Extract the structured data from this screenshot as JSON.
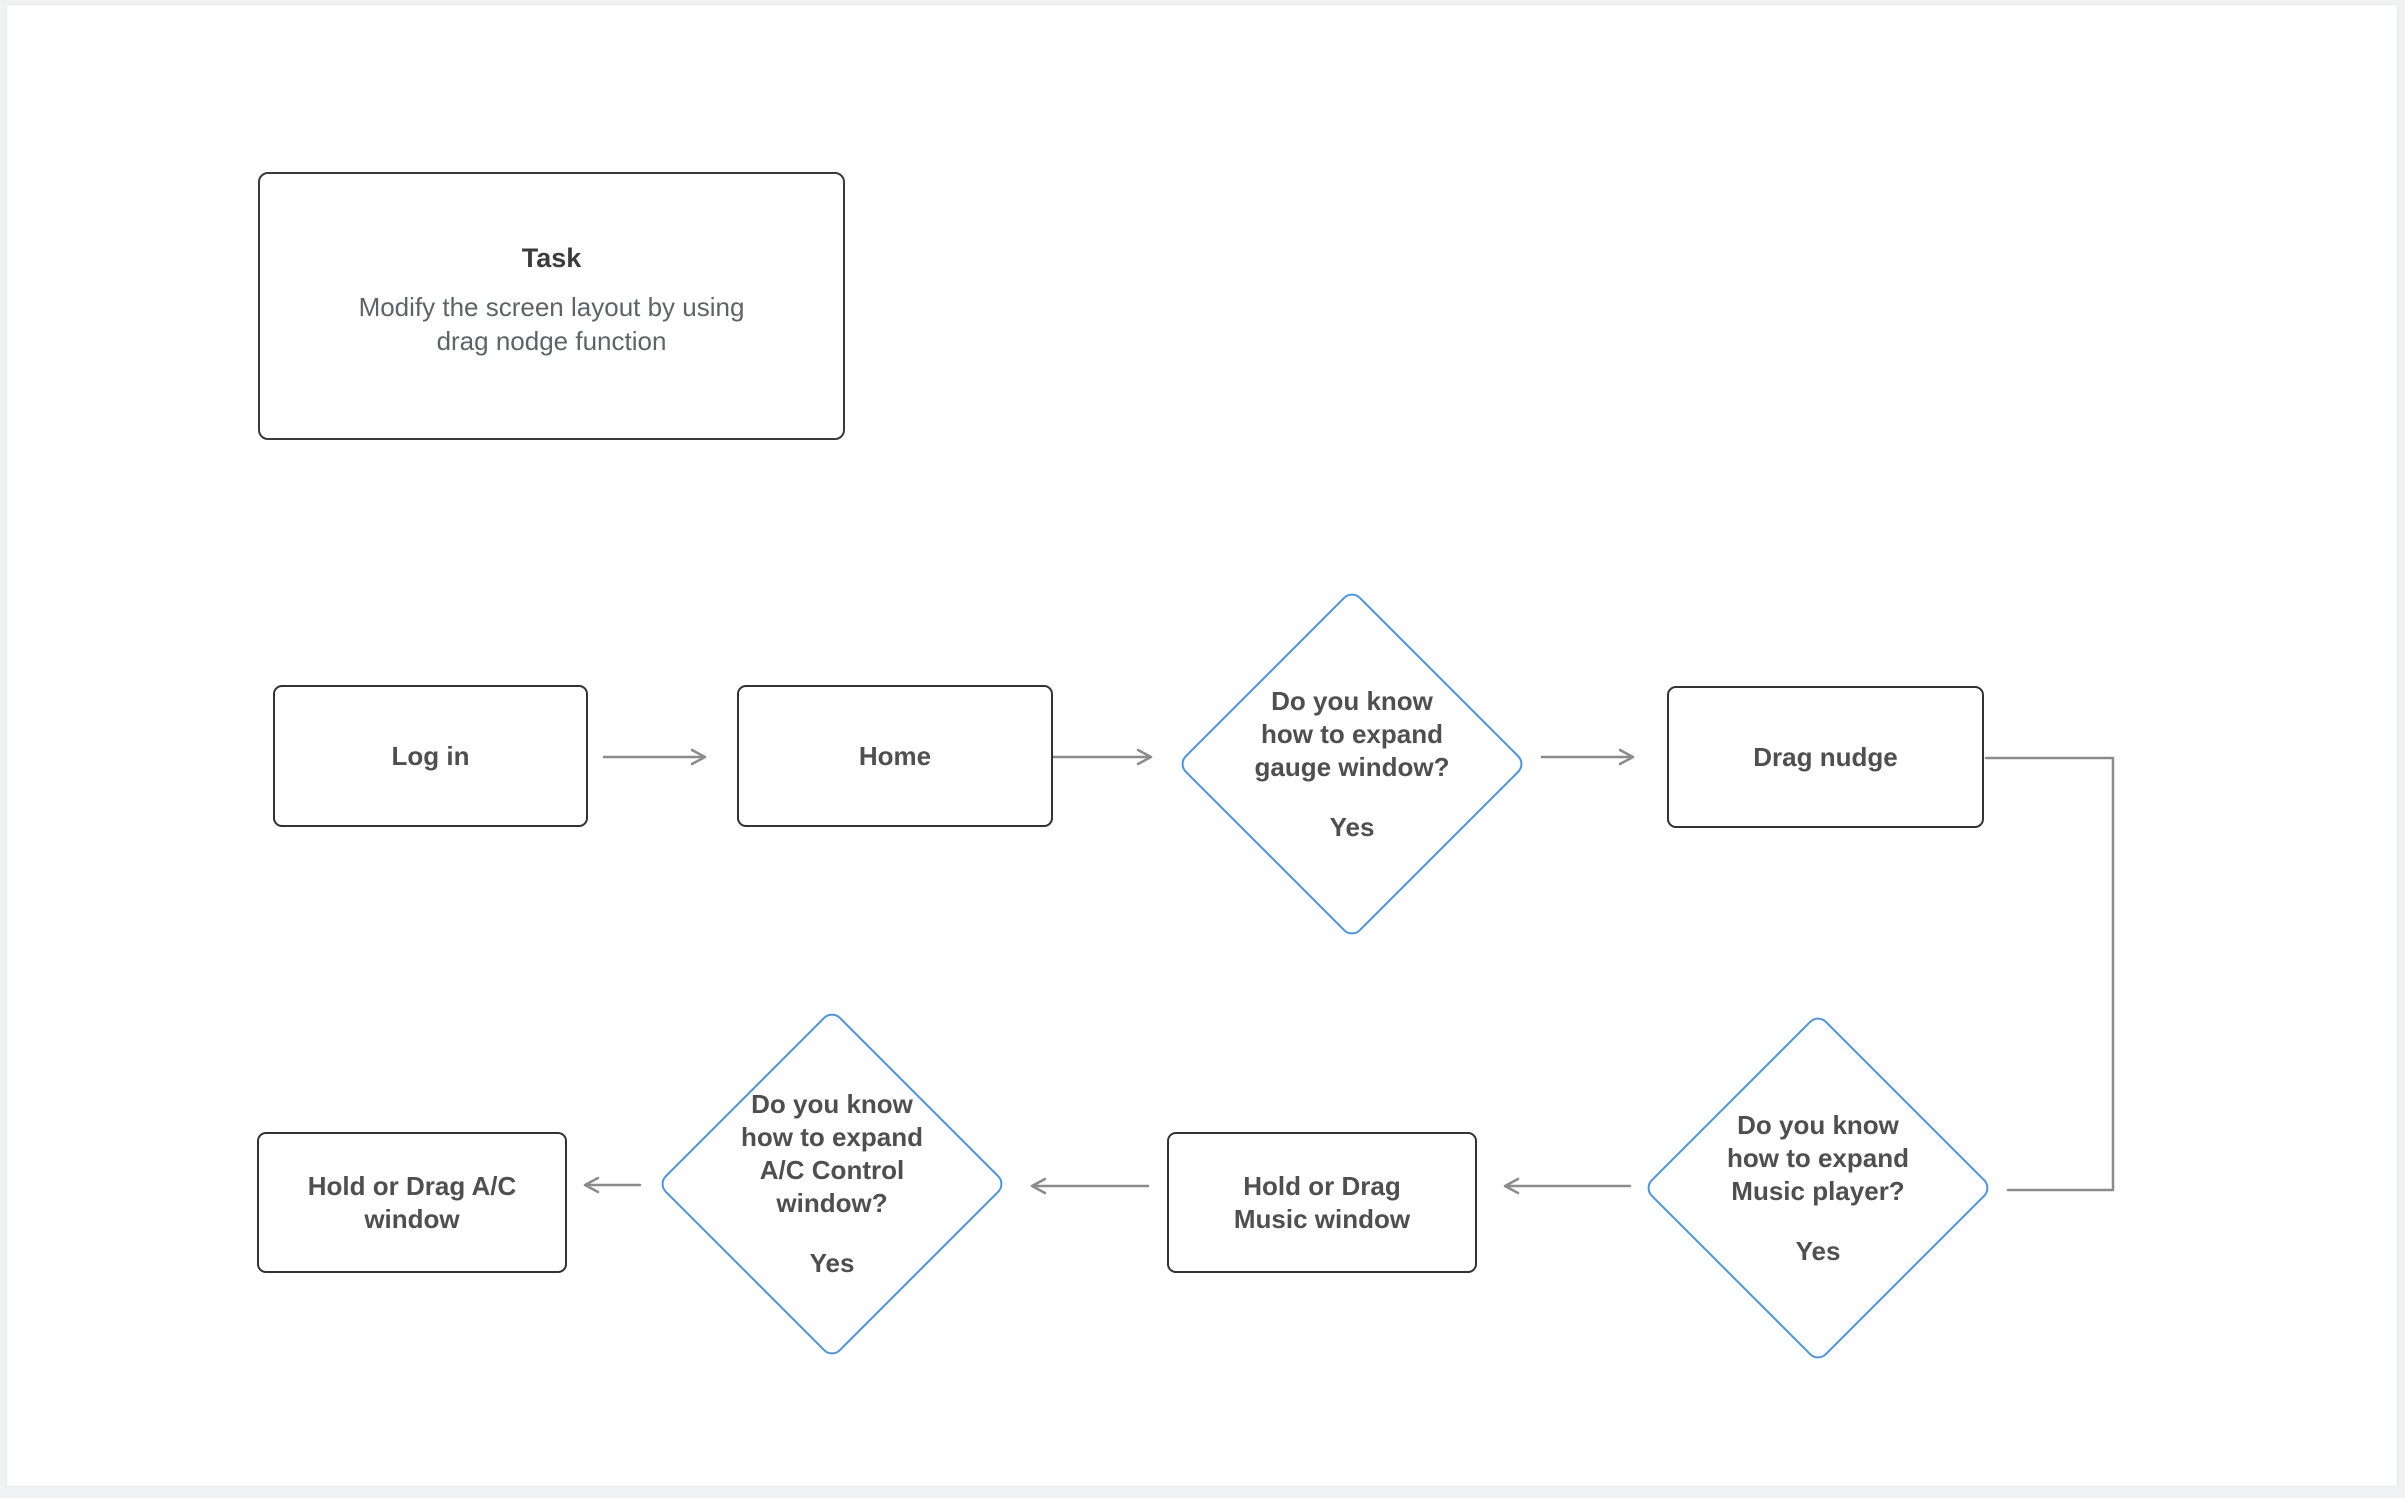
{
  "page": {
    "background": "#f0f1f2",
    "surface": "#ffffff"
  },
  "palette": {
    "rect_border": "#323232",
    "diamond_border": "#4a94e8",
    "label_text": "#4f4f4f",
    "task_body_text": "#5f6368",
    "arrow": "#8b8b8b"
  },
  "task_note": {
    "title": "Task",
    "body": [
      "Modify the screen layout by using",
      "drag nodge function"
    ]
  },
  "nodes": {
    "login": {
      "label": "Log in"
    },
    "home": {
      "label": "Home"
    },
    "gauge_decision": {
      "question": [
        "Do you know",
        "how to expand",
        "gauge window?"
      ],
      "answer": "Yes"
    },
    "drag_nudge": {
      "label": "Drag nudge"
    },
    "music_decision": {
      "question": [
        "Do you know",
        "how to expand",
        "Music player?"
      ],
      "answer": "Yes"
    },
    "music_window": {
      "label": [
        "Hold or Drag",
        "Music window"
      ]
    },
    "ac_decision": {
      "question": [
        "Do you know",
        "how to expand",
        "A/C Control",
        "window?"
      ],
      "answer": "Yes"
    },
    "ac_window": {
      "label": [
        "Hold or Drag A/C",
        "window"
      ]
    }
  }
}
